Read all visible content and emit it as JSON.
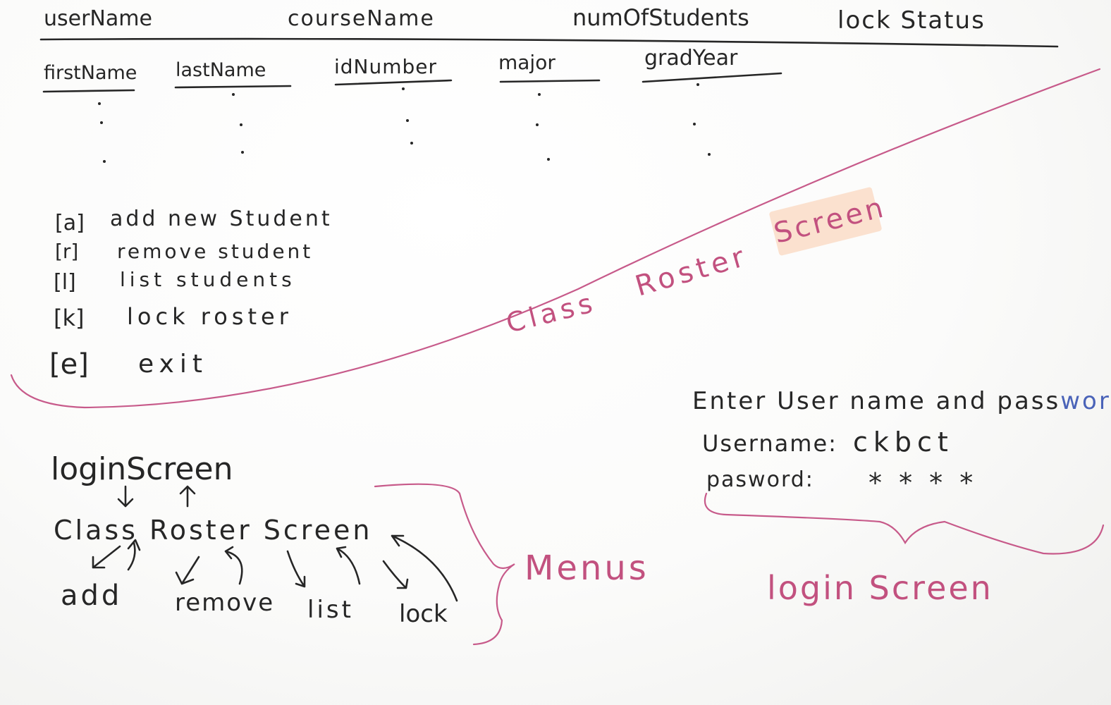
{
  "roster_header": {
    "columns": [
      "userName",
      "courseName",
      "numOfStudents",
      "lock Status"
    ]
  },
  "student_table": {
    "columns": [
      "firstName",
      "lastName",
      "idNumber",
      "major",
      "gradYear"
    ]
  },
  "menu_options": [
    {
      "key": "[a]",
      "label": "add new Student"
    },
    {
      "key": "[r]",
      "label": "remove student"
    },
    {
      "key": "[l]",
      "label": "list students"
    },
    {
      "key": "[k]",
      "label": "lock roster"
    },
    {
      "key": "[e]",
      "label": "exit"
    }
  ],
  "section_labels": {
    "class_roster": [
      "Class",
      "Roster",
      "Screen"
    ],
    "menus": "Menus",
    "login": "login Screen"
  },
  "flow": {
    "top": "loginScreen",
    "middle": "Class Roster Screen",
    "children": [
      "add",
      "remove",
      "list",
      "lock"
    ]
  },
  "login_form": {
    "prompt_main": "Enter User name and pass",
    "prompt_tail": "word",
    "username_label": "Username:",
    "username_value": "ckbct",
    "password_label": "pasword:",
    "password_value": "* * * *"
  },
  "colors": {
    "ink": "#262626",
    "marker_pink": "#c75a8a",
    "marker_blue": "#4a63b8",
    "highlight": "#fbe1cf"
  }
}
